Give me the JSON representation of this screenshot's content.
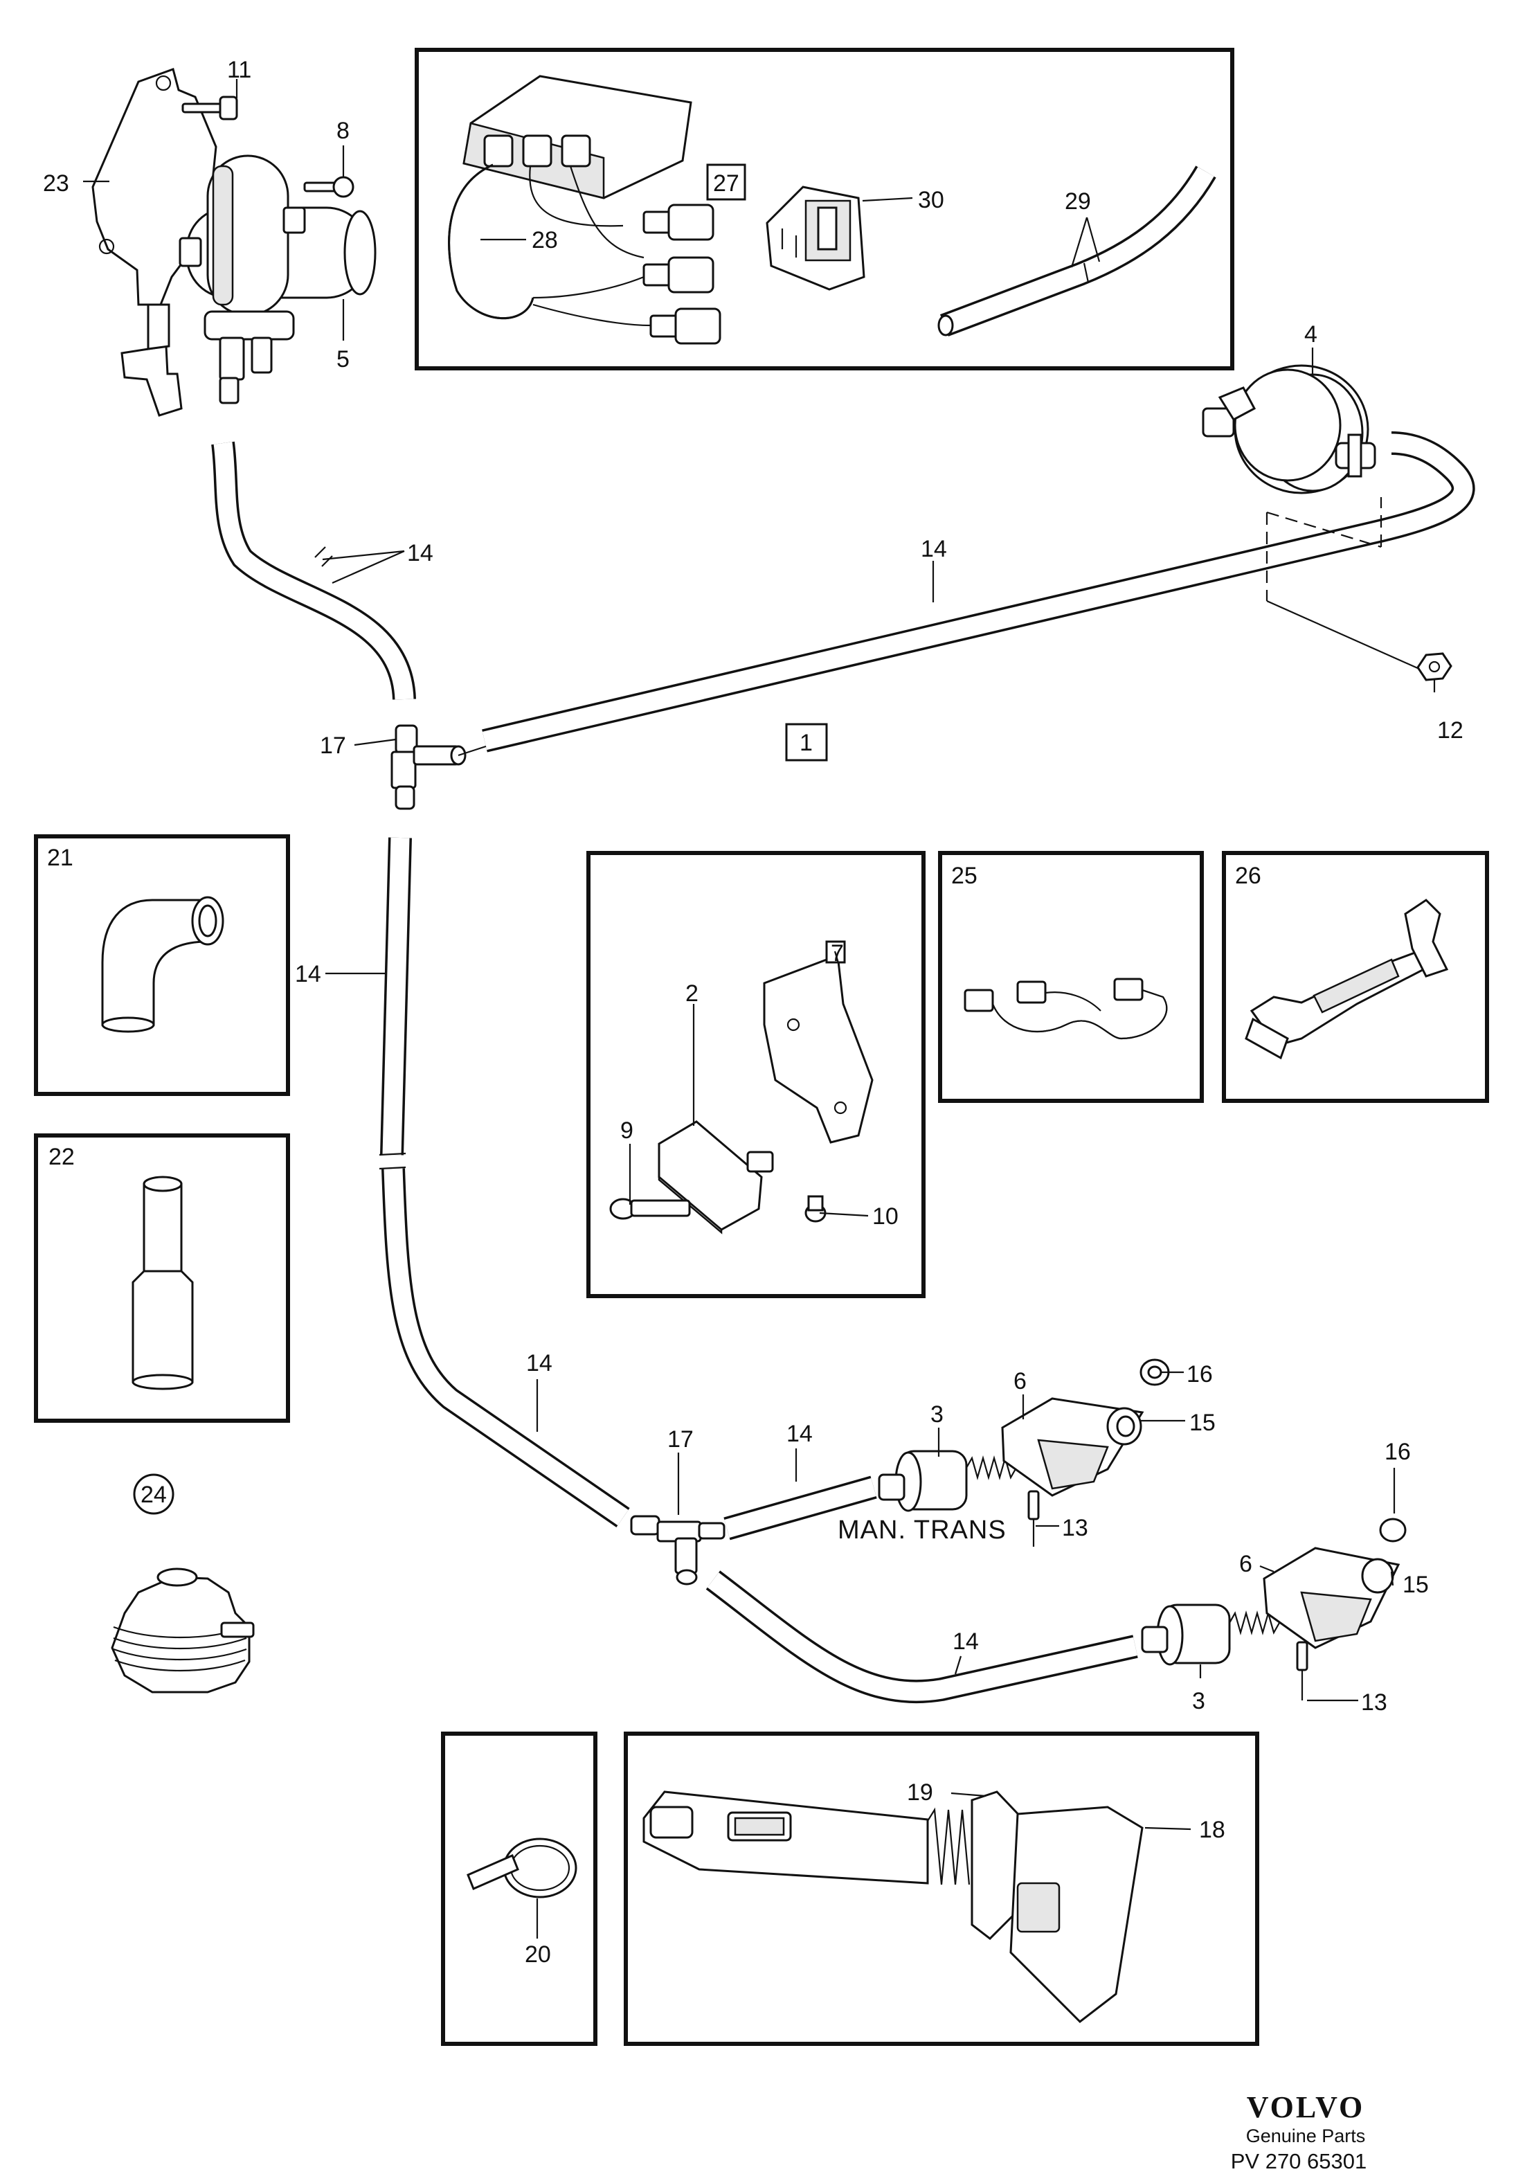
{
  "diagram": {
    "brand": {
      "logo": "VOLVO",
      "tagline": "Genuine Parts",
      "code": "PV 270 65301"
    },
    "group_label": "1",
    "notes": {
      "man_trans": "MAN. TRANS"
    },
    "callouts": {
      "p1": "1",
      "p2": "2",
      "p3a": "3",
      "p3b": "3",
      "p4": "4",
      "p5": "5",
      "p6a": "6",
      "p6b": "6",
      "p7": "7",
      "p8": "8",
      "p9": "9",
      "p10": "10",
      "p11": "11",
      "p12": "12",
      "p13a": "13",
      "p13b": "13",
      "p14a": "14",
      "p14b": "14",
      "p14c": "14",
      "p14d": "14",
      "p14e": "14",
      "p14f": "14",
      "p15a": "15",
      "p15b": "15",
      "p16a": "16",
      "p16b": "16",
      "p17a": "17",
      "p17b": "17",
      "p18": "18",
      "p19": "19",
      "p20": "20",
      "p21": "21",
      "p22": "22",
      "p23": "23",
      "p24": "24",
      "p25": "25",
      "p26": "26",
      "p27": "27",
      "p28": "28",
      "p29": "29",
      "p30": "30"
    }
  }
}
